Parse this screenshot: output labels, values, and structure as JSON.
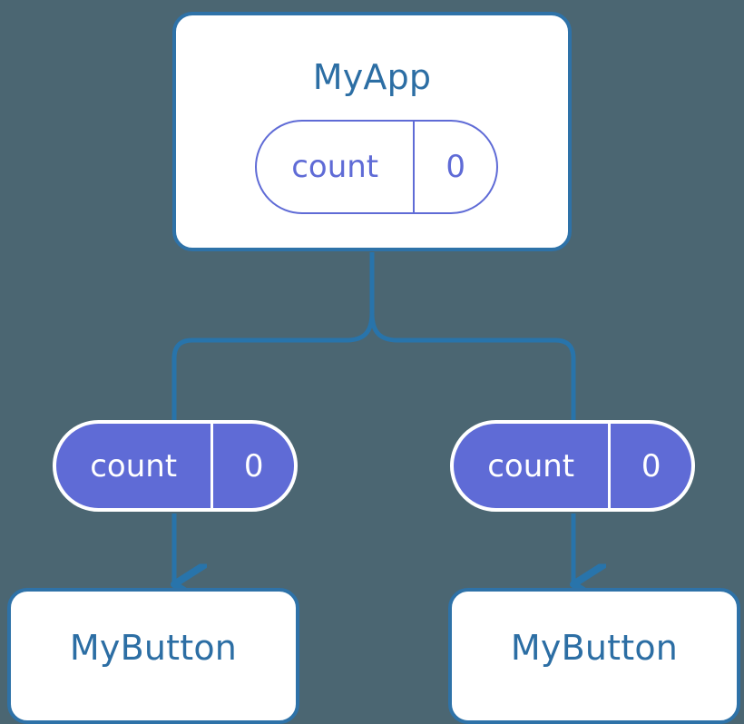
{
  "diagram": {
    "type": "component-state-tree",
    "background_color": "#4b6672",
    "accent_color": "#2e72a8",
    "state_color": "#5f6bd6",
    "title_color": "#2c6ea4",
    "root": {
      "name": "MyApp",
      "state": {
        "key": "count",
        "value": "0"
      }
    },
    "children": [
      {
        "state": {
          "key": "count",
          "value": "0"
        },
        "component": {
          "name": "MyButton"
        }
      },
      {
        "state": {
          "key": "count",
          "value": "0"
        },
        "component": {
          "name": "MyButton"
        }
      }
    ]
  }
}
